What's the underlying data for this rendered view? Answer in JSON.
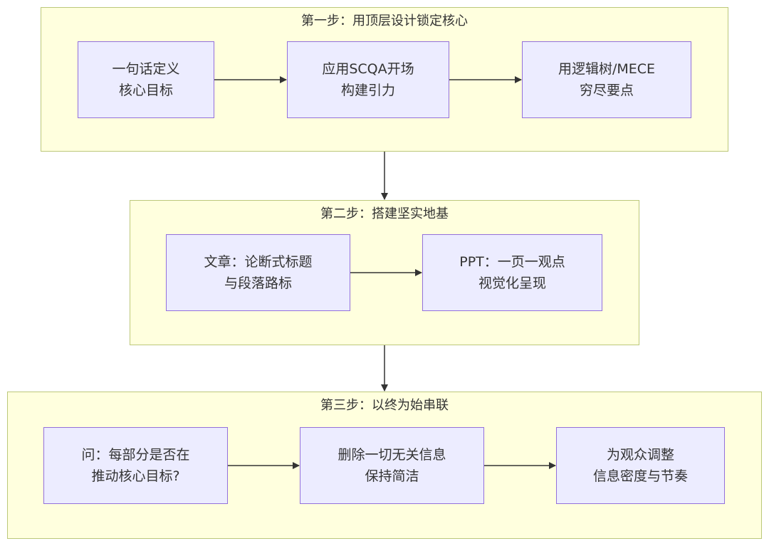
{
  "groups": [
    {
      "title": "第一步：用顶层设计锁定核心"
    },
    {
      "title": "第二步：搭建坚实地基"
    },
    {
      "title": "第三步：以终为始串联"
    }
  ],
  "nodes": [
    {
      "line1": "一句话定义",
      "line2": "核心目标"
    },
    {
      "line1": "应用SCQA开场",
      "line2": "构建引力"
    },
    {
      "line1": "用逻辑树/MECE",
      "line2": "穷尽要点"
    },
    {
      "line1": "文章：论断式标题",
      "line2": "与段落路标"
    },
    {
      "line1": "PPT：一页一观点",
      "line2": "视觉化呈现"
    },
    {
      "line1": "问：每部分是否在",
      "line2": "推动核心目标?"
    },
    {
      "line1": "删除一切无关信息",
      "line2": "保持简洁"
    },
    {
      "line1": "为观众调整",
      "line2": "信息密度与节奏"
    }
  ],
  "colors": {
    "group_fill": "#ffffde",
    "group_border": "#bcc87a",
    "node_fill": "#ececff",
    "node_border": "#9370db",
    "edge": "#333333"
  }
}
